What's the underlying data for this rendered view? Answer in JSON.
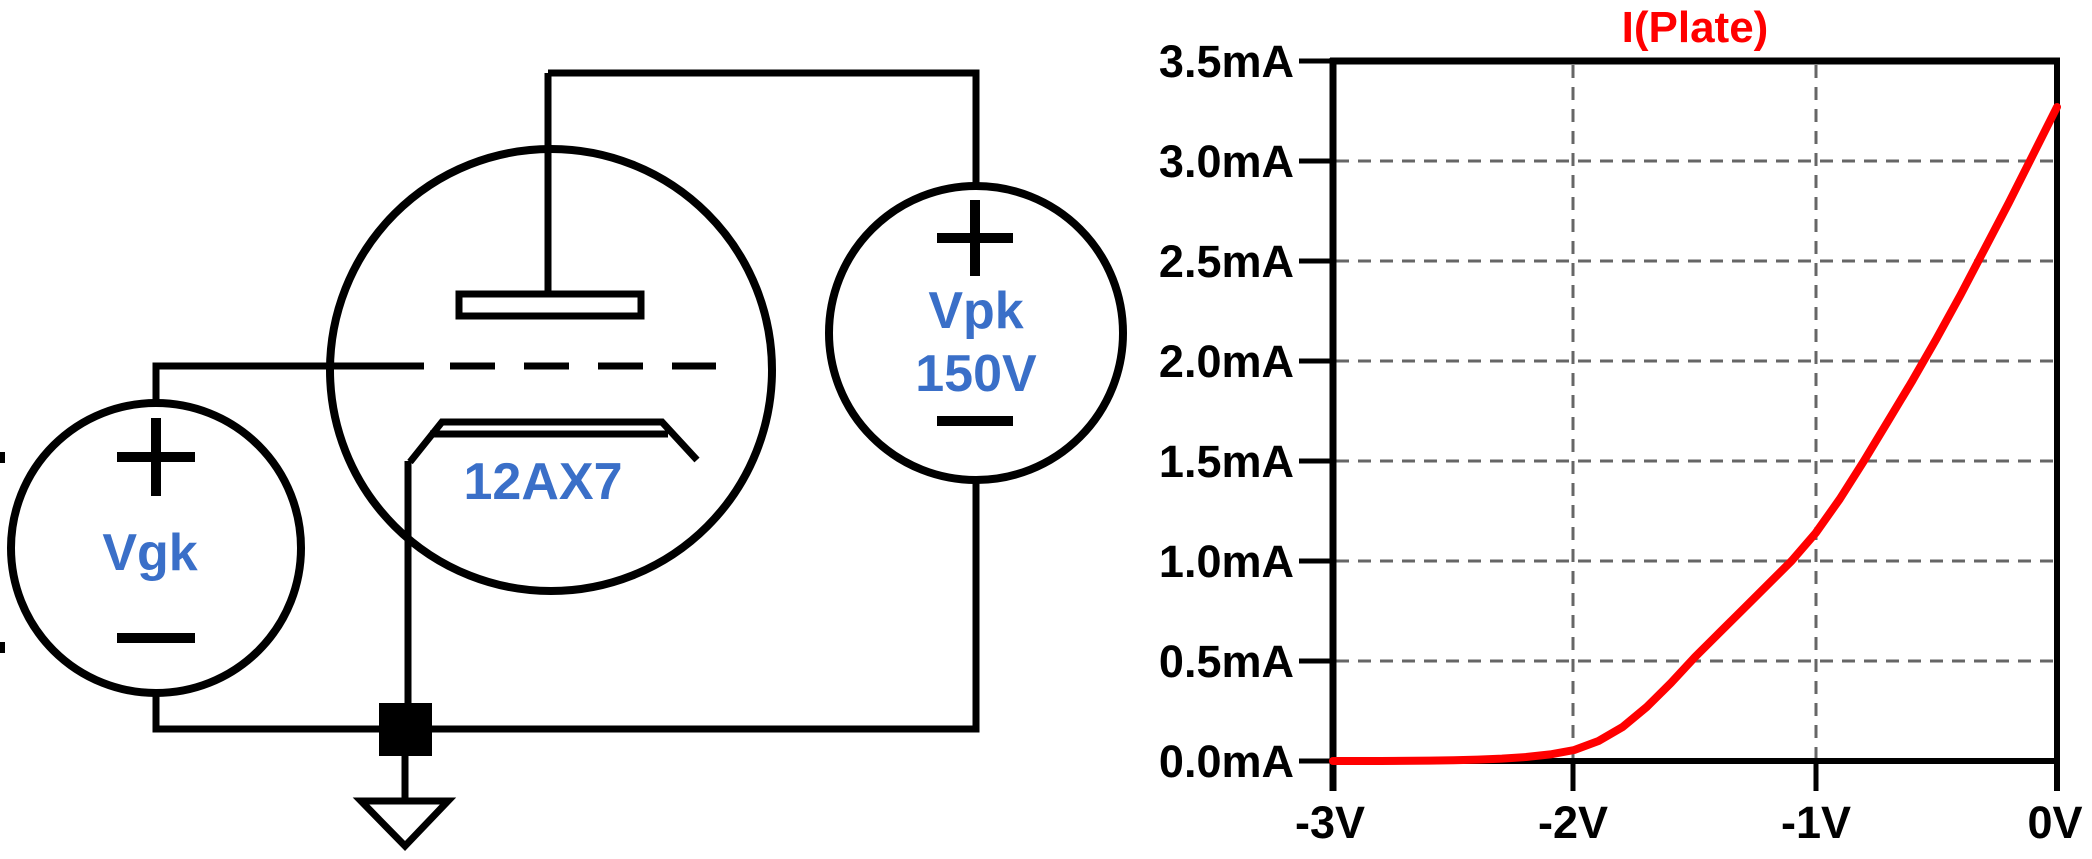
{
  "schematic": {
    "tube": {
      "label": "12AX7"
    },
    "grid_source": {
      "label": "Vgk"
    },
    "plate_source": {
      "label": "Vpk",
      "value": "150V"
    },
    "label_color": "#3a6fc8"
  },
  "plot": {
    "title": "I(Plate)",
    "y_tick_labels": [
      "3.5mA",
      "3.0mA",
      "2.5mA",
      "2.0mA",
      "1.5mA",
      "1.0mA",
      "0.5mA",
      "0.0mA"
    ],
    "x_tick_labels": [
      "-3V",
      "-2V",
      "-1V",
      "0V"
    ],
    "colors": {
      "trace": "#ff0000",
      "title": "#ff0000",
      "axis": "#000000",
      "grid": "#666666"
    }
  },
  "chart_data": {
    "type": "line",
    "title": "I(Plate)",
    "xlabel": "",
    "ylabel": "",
    "x_unit": "V",
    "y_unit": "mA",
    "xlim": [
      -3,
      0
    ],
    "ylim": [
      0,
      3.5
    ],
    "x_ticks": [
      -3,
      -2,
      -1,
      0
    ],
    "y_ticks": [
      0.0,
      0.5,
      1.0,
      1.5,
      2.0,
      2.5,
      3.0,
      3.5
    ],
    "grid": "dashed",
    "legend_position": "none",
    "series": [
      {
        "name": "I(Plate)",
        "color": "#ff0000",
        "points": [
          [
            -3.0,
            0.0
          ],
          [
            -2.8,
            0.0
          ],
          [
            -2.6,
            0.002
          ],
          [
            -2.5,
            0.004
          ],
          [
            -2.4,
            0.007
          ],
          [
            -2.3,
            0.012
          ],
          [
            -2.2,
            0.02
          ],
          [
            -2.1,
            0.033
          ],
          [
            -2.0,
            0.055
          ],
          [
            -1.9,
            0.1
          ],
          [
            -1.8,
            0.17
          ],
          [
            -1.7,
            0.27
          ],
          [
            -1.6,
            0.39
          ],
          [
            -1.5,
            0.52
          ],
          [
            -1.4,
            0.64
          ],
          [
            -1.3,
            0.76
          ],
          [
            -1.2,
            0.88
          ],
          [
            -1.1,
            1.0
          ],
          [
            -1.0,
            1.14
          ],
          [
            -0.9,
            1.31
          ],
          [
            -0.8,
            1.5
          ],
          [
            -0.7,
            1.7
          ],
          [
            -0.6,
            1.9
          ],
          [
            -0.5,
            2.11
          ],
          [
            -0.4,
            2.33
          ],
          [
            -0.3,
            2.56
          ],
          [
            -0.2,
            2.79
          ],
          [
            -0.1,
            3.03
          ],
          [
            0.0,
            3.27
          ]
        ]
      }
    ]
  }
}
